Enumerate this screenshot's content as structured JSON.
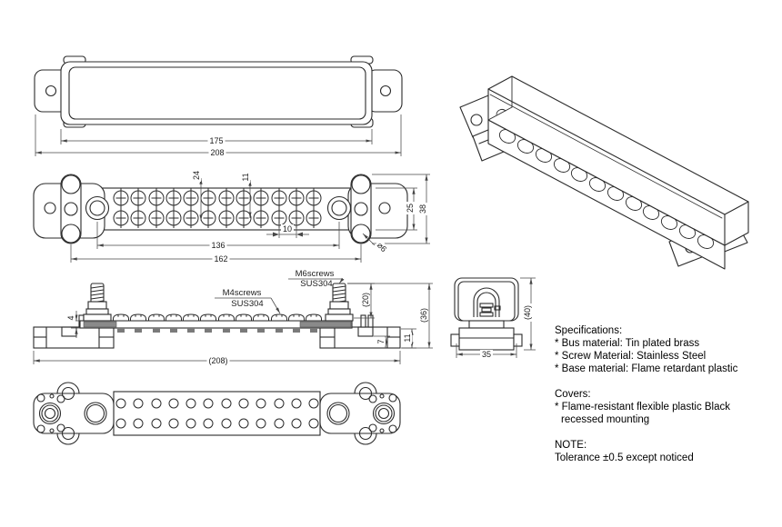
{
  "drawing": {
    "line_color": "#2b2b2b",
    "dim_color": "#474747",
    "background": "#ffffff"
  },
  "views": {
    "top": {
      "title": "top-view-with-cover",
      "dim_cover_width": "175",
      "dim_overall_width": "208"
    },
    "plan": {
      "title": "plan-view-screws",
      "dim_row_offset": "24",
      "dim_row_pitch": "11",
      "dim_body_height": "25",
      "dim_overall_height": "38",
      "dim_screw_span": "136",
      "dim_mount_span": "162",
      "dim_screw_pitch": "10",
      "dim_mount_hole": "⌀6"
    },
    "side": {
      "title": "side-elevation",
      "label_m6_line1": "M6screws",
      "label_m6_line2": "SUS304",
      "label_m4_line1": "M4screws",
      "label_m4_line2": "SUS304",
      "dim_stud_height": "(20)",
      "dim_overall_height": "(36)",
      "dim_base_height": "11",
      "dim_step_height": "7",
      "dim_bus_thickness": "4",
      "dim_overall_width": "(208)"
    },
    "end": {
      "title": "end-view",
      "dim_width": "35",
      "dim_height": "(40)"
    },
    "bottom": {
      "title": "bottom-view"
    },
    "iso": {
      "title": "isometric-view"
    }
  },
  "notes": {
    "specifications_title": "Specifications:",
    "spec_items": [
      "* Bus material: Tin plated brass",
      "* Screw Material: Stainless Steel",
      "* Base material: Flame retardant plastic"
    ],
    "covers_title": "Covers:",
    "covers_line1": "* Flame-resistant flexible plastic Black",
    "covers_line2": "recessed mounting",
    "note_title": "NOTE:",
    "note_body": "Tolerance ±0.5 except noticed"
  }
}
